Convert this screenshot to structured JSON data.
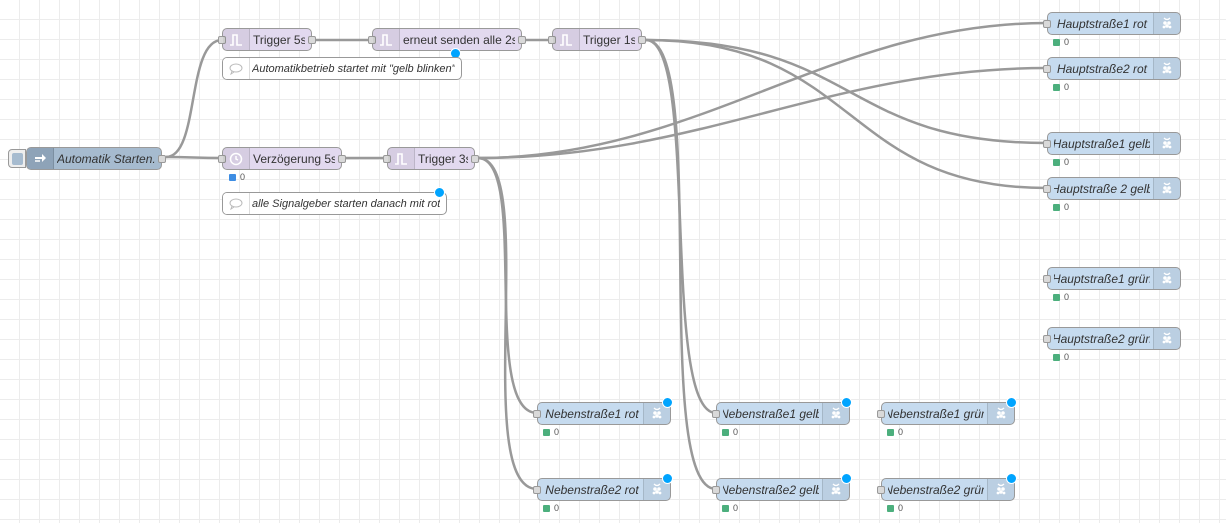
{
  "colors": {
    "trigger": "#e2d9ef",
    "rpi": "#c6dbef",
    "inject": "#a6bbcf",
    "changed_dot": "#00a4ff",
    "status_green": "#4caf7d",
    "status_blue": "#3d8de3",
    "wire": "#999999"
  },
  "nodes": {
    "inject_auto": {
      "label": "Automatik Starten...",
      "icon": "arrow-right-icon"
    },
    "trigger5": {
      "label": "Trigger 5s",
      "icon": "pulse-icon"
    },
    "resend": {
      "label": "erneut senden alle 2s",
      "icon": "pulse-icon"
    },
    "trigger1": {
      "label": "Trigger 1s",
      "icon": "pulse-icon"
    },
    "delay5": {
      "label": "Verzögerung 5s",
      "icon": "timer-icon",
      "status": "0"
    },
    "trigger3": {
      "label": "Trigger 3s",
      "icon": "pulse-icon"
    },
    "comment1": {
      "text": "Automatikbetrieb startet mit \"gelb blinken\""
    },
    "comment2": {
      "text": "alle Signalgeber starten danach mit rot"
    },
    "h1rot": {
      "label": "Hauptstraße1 rot",
      "status": "0"
    },
    "h2rot": {
      "label": "Hauptstraße2 rot",
      "status": "0"
    },
    "h1gelb": {
      "label": "Hauptstraße1 gelb",
      "status": "0"
    },
    "h2gelb": {
      "label": "Hauptstraße 2 gelb",
      "status": "0"
    },
    "h1gruen": {
      "label": "Hauptstraße1 grün",
      "status": "0"
    },
    "h2gruen": {
      "label": "Hauptstraße2 grün",
      "status": "0"
    },
    "n1rot": {
      "label": "Nebenstraße1 rot",
      "status": "0"
    },
    "n2rot": {
      "label": "Nebenstraße2 rot",
      "status": "0"
    },
    "n1gelb": {
      "label": "Nebenstraße1 gelb",
      "status": "0"
    },
    "n2gelb": {
      "label": "Nebenstraße2 gelb",
      "status": "0"
    },
    "n1gruen": {
      "label": "Nebenstraße1 grün",
      "status": "0"
    },
    "n2gruen": {
      "label": "Nebenstraße2 grün",
      "status": "0"
    }
  }
}
